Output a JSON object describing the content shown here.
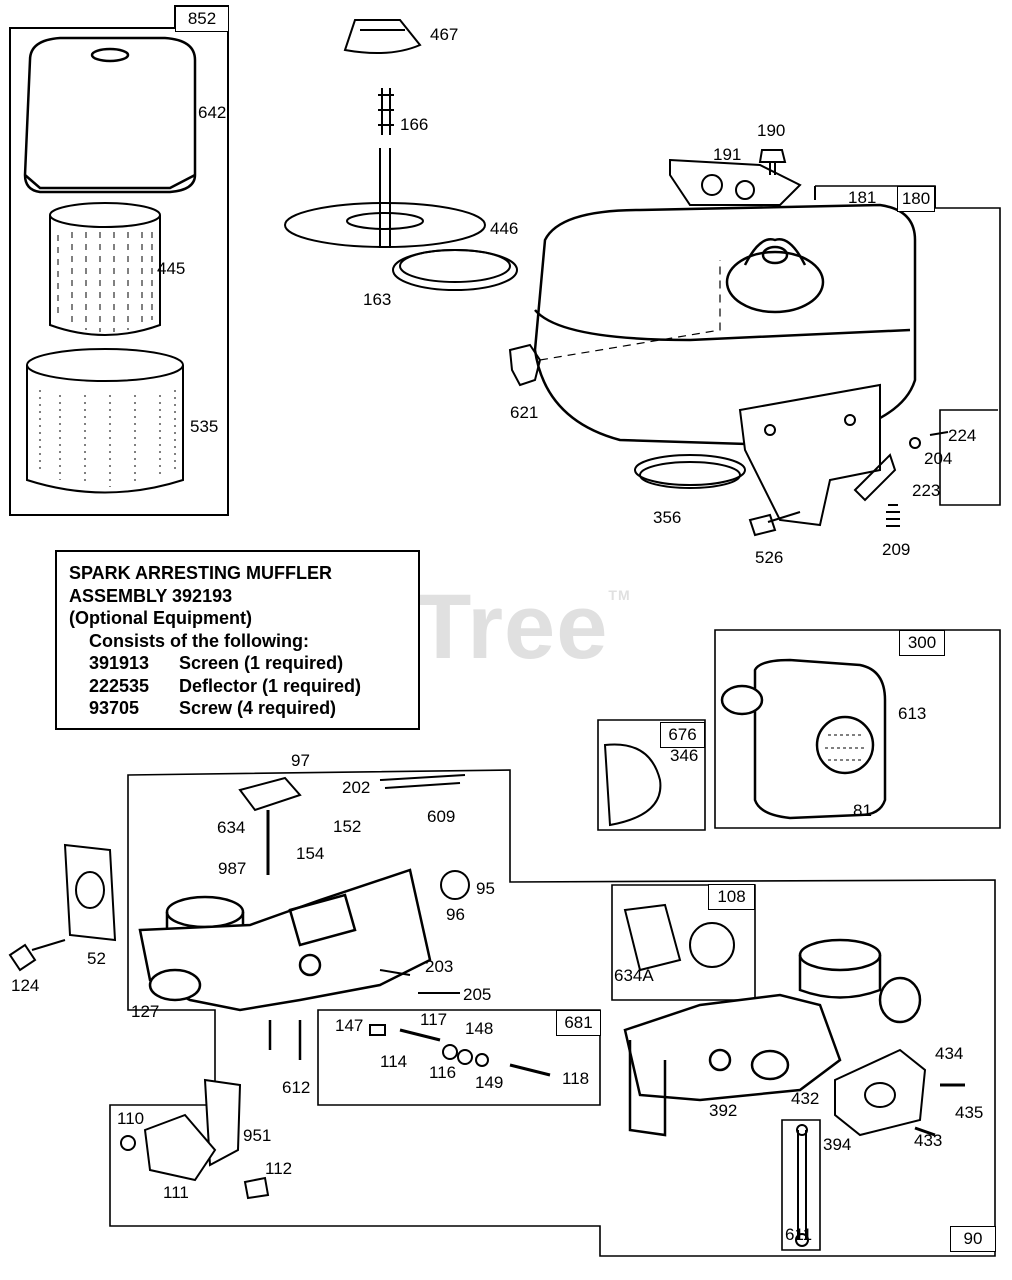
{
  "diagram": {
    "box_labels": {
      "air_cleaner": "852",
      "fuel_tank": "180",
      "muffler": "300",
      "deflector_kit": "676",
      "carburetor": "90",
      "choke_kit": "108",
      "needle_valve_kit": "681"
    },
    "parts": {
      "p642": "642",
      "p445": "445",
      "p535": "535",
      "p467": "467",
      "p166": "166",
      "p446": "446",
      "p163": "163",
      "p190": "190",
      "p191": "191",
      "p181": "181",
      "p621": "621",
      "p224": "224",
      "p204": "204",
      "p223": "223",
      "p356": "356",
      "p526": "526",
      "p209": "209",
      "p613": "613",
      "p81": "81",
      "p346": "346",
      "p97": "97",
      "p202": "202",
      "p609": "609",
      "p634": "634",
      "p152": "152",
      "p154": "154",
      "p987": "987",
      "p95": "95",
      "p96": "96",
      "p52": "52",
      "p124": "124",
      "p203": "203",
      "p205": "205",
      "p127": "127",
      "p147": "147",
      "p117": "117",
      "p148": "148",
      "p114": "114",
      "p116": "116",
      "p149": "149",
      "p118": "118",
      "p612": "612",
      "p110": "110",
      "p951": "951",
      "p111": "111",
      "p112": "112",
      "p634A": "634A",
      "p434": "434",
      "p392": "392",
      "p432": "432",
      "p435": "435",
      "p394": "394",
      "p433": "433",
      "p611": "611"
    },
    "note": {
      "line1": "SPARK ARRESTING MUFFLER",
      "line2": "ASSEMBLY 392193",
      "line3": "(Optional Equipment)",
      "line4": "Consists of the following:",
      "items": [
        {
          "part": "391913",
          "desc": "Screen (1 required)"
        },
        {
          "part": "222535",
          "desc": "Deflector (1 required)"
        },
        {
          "part": "93705",
          "desc": "Screw (4 required)"
        }
      ]
    },
    "watermark": "PartsTree",
    "watermark_tm": "TM"
  }
}
